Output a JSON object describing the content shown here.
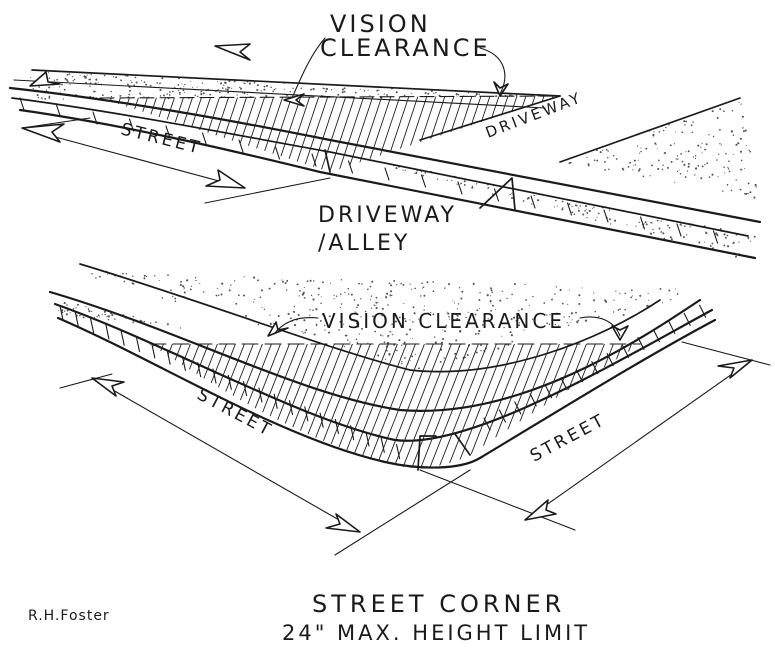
{
  "top_diagram": {
    "label_vision_1": "VISION",
    "label_vision_2": "CLEARANCE",
    "label_street": "STREET",
    "label_driveway_road": "DRIVEWAY",
    "label_driveway_1": "DRIVEWAY",
    "label_driveway_2": "/ALLEY"
  },
  "bottom_diagram": {
    "label_vision": "VISION CLEARANCE",
    "label_street_left": "STREET",
    "label_street_right": "STREET"
  },
  "caption": {
    "author": "R.H.Foster",
    "title_line1": "STREET CORNER",
    "title_line2": "24\" MAX. HEIGHT LIMIT"
  },
  "colors": {
    "ink": "#1a1a1a",
    "paper": "#ffffff"
  }
}
